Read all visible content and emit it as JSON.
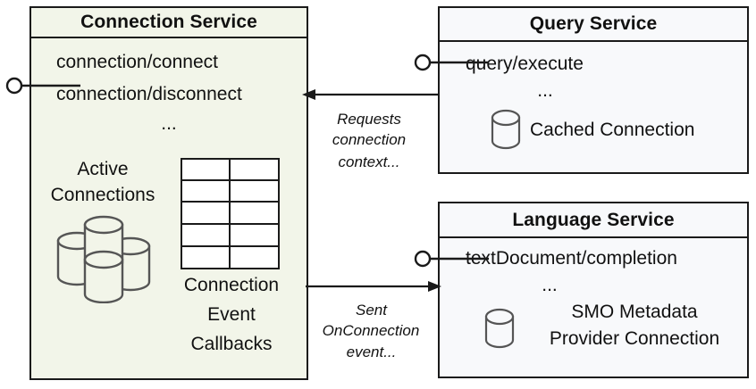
{
  "diagram": {
    "type": "uml-component-diagram",
    "background": "#ffffff",
    "colors": {
      "connection_service_fill": "#f2f5e9",
      "service_fill": "#f8f9fb",
      "stroke": "#1a1a1a",
      "icon_stroke": "#555555",
      "text": "#111111"
    }
  },
  "connection_service": {
    "title": "Connection Service",
    "operations": [
      "connection/connect",
      "connection/disconnect"
    ],
    "ellipsis": "...",
    "active_connections_label_line1": "Active",
    "active_connections_label_line2": "Connections",
    "callbacks_label_line1": "Connection",
    "callbacks_label_line2": "Event",
    "callbacks_label_line3": "Callbacks",
    "table": {
      "columns": 2,
      "rows": 5
    },
    "cylinder_count": 4
  },
  "query_service": {
    "title": "Query Service",
    "operations": [
      "query/execute"
    ],
    "ellipsis": "...",
    "artifact_label": "Cached Connection"
  },
  "language_service": {
    "title": "Language Service",
    "operations": [
      "textDocument/completion"
    ],
    "ellipsis": "...",
    "artifact_label_line1": "SMO Metadata",
    "artifact_label_line2": "Provider Connection"
  },
  "edges": [
    {
      "id": "requests-connection-context",
      "from": "query_service",
      "to": "connection_service",
      "direction": "left",
      "label_line1": "Requests",
      "label_line2": "connection",
      "label_line3": "context..."
    },
    {
      "id": "sent-onconnection-event",
      "from": "connection_service",
      "to": "language_service",
      "direction": "right",
      "label_line1": "Sent",
      "label_line2": "OnConnection",
      "label_line3": "event..."
    }
  ],
  "interfaces": [
    {
      "id": "connection-service-interface",
      "owner": "connection_service"
    },
    {
      "id": "query-service-interface",
      "owner": "query_service"
    },
    {
      "id": "language-service-interface",
      "owner": "language_service"
    }
  ]
}
